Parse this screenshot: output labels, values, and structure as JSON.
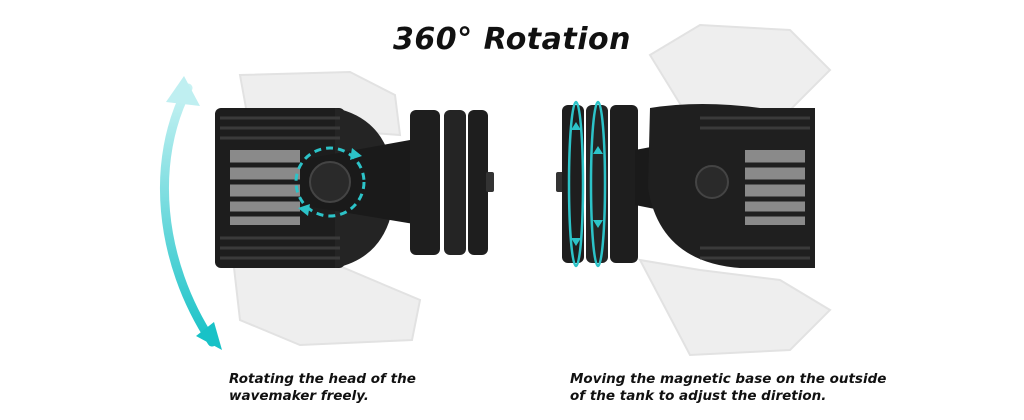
{
  "title": "360° Rotation",
  "captions": {
    "left": {
      "line1": "Rotating the head of the",
      "line2": "wavemaker freely."
    },
    "right": {
      "line1": "Moving the magnetic base on the outside",
      "line2": "of the tank to adjust the diretion."
    }
  },
  "colors": {
    "accent": "#2cc3c8",
    "device": "#1c1c1c",
    "ghost": "#ececec"
  }
}
